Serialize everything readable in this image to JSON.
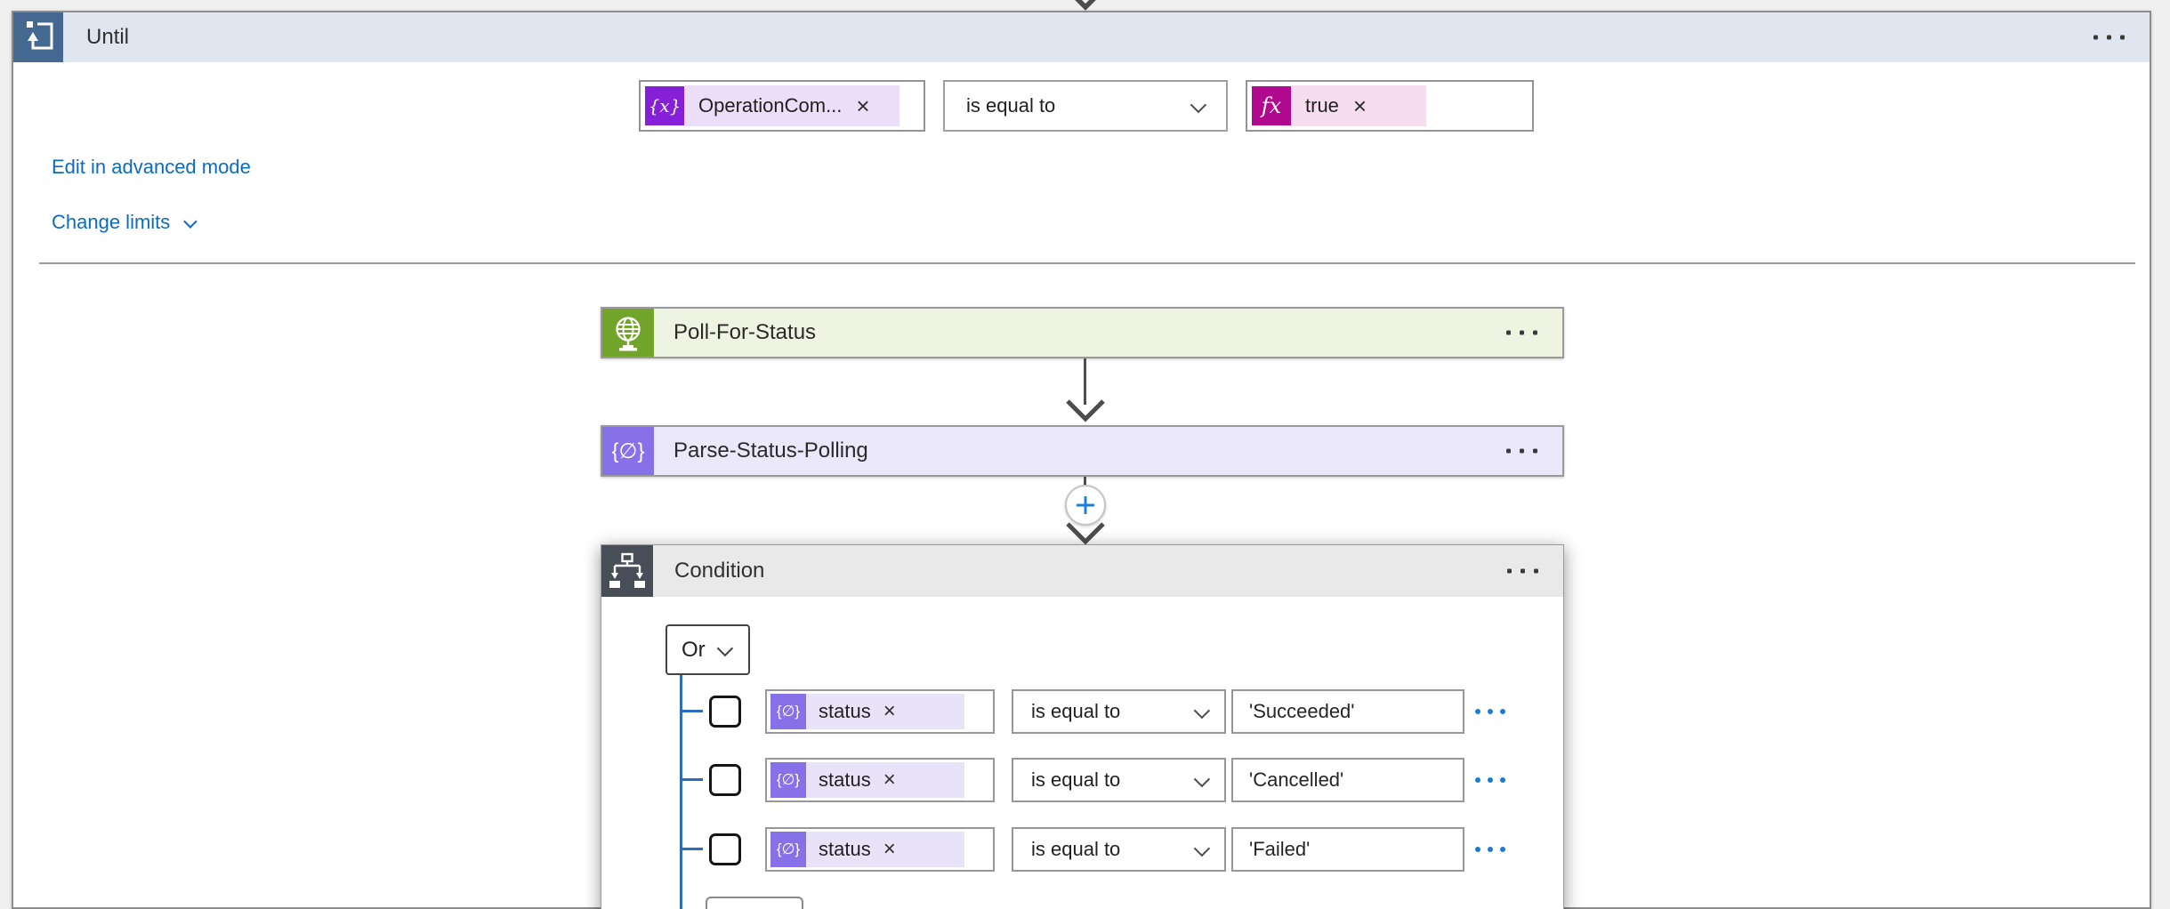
{
  "glyphs": {
    "remove": "×",
    "dynamic_content": "{x}",
    "expression": "fx",
    "parse_json": "{∅}"
  },
  "until": {
    "title": "Until",
    "loop_condition": {
      "left_token": "OperationCom...",
      "operator": "is equal to",
      "right_token": "true"
    },
    "edit_advanced_link": "Edit in advanced mode",
    "change_limits_link": "Change limits"
  },
  "actions": {
    "poll": {
      "title": "Poll-For-Status"
    },
    "parse": {
      "title": "Parse-Status-Polling"
    }
  },
  "condition": {
    "title": "Condition",
    "join_operator": "Or",
    "rows": [
      {
        "field": "status",
        "operator": "is equal to",
        "value": "'Succeeded'"
      },
      {
        "field": "status",
        "operator": "is equal to",
        "value": "'Cancelled'"
      },
      {
        "field": "status",
        "operator": "is equal to",
        "value": "'Failed'"
      }
    ]
  },
  "colors": {
    "accent_blue": "#0b6cbc",
    "until_icon_bg": "#44688f",
    "until_header_bg": "#dfe6f0",
    "dynamic_token_icon": "#8520d6",
    "dynamic_token_pill": "#ecdef8",
    "expression_icon": "#b1098e",
    "expression_pill": "#f6ddef",
    "http_icon": "#72a32a",
    "http_card_bg": "#eff3e2",
    "parse_icon": "#8671e9",
    "parse_card_bg": "#ebe8fb",
    "condition_icon_bg": "#474e57",
    "condition_header_bg": "#e9e9e9",
    "tree_line": "#2b6cbe"
  }
}
